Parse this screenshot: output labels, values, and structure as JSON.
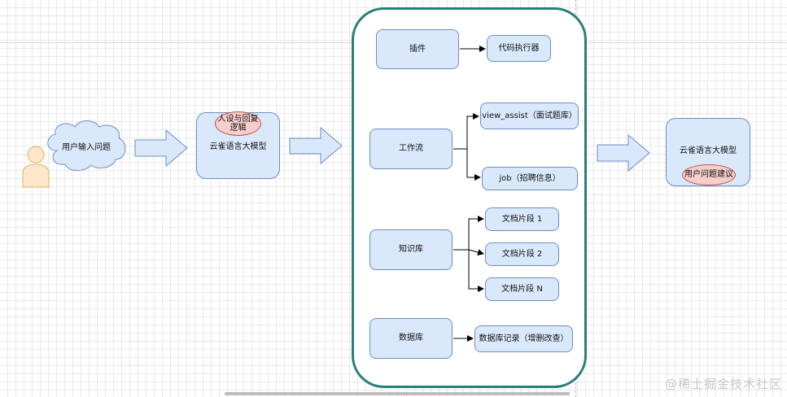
{
  "user_input": {
    "label": "用户输入问题"
  },
  "llm_left": {
    "label": "云雀语言大模型",
    "badge": "人设与回复逻辑"
  },
  "llm_right": {
    "label": "云雀语言大模型",
    "badge": "用户问题建议"
  },
  "container": {
    "plugin": {
      "label": "插件",
      "target": "代码执行器"
    },
    "workflow": {
      "label": "工作流",
      "targets": [
        "view_assist（面试题库）",
        "job（招聘信息）"
      ]
    },
    "knowledge": {
      "label": "知识库",
      "targets": [
        "文档片段 1",
        "文档片段 2",
        "文档片段 N"
      ]
    },
    "database": {
      "label": "数据库",
      "target": "数据库记录（增删改查）"
    }
  },
  "watermark": "@稀土掘金技术社区",
  "colors": {
    "node_fill": "#dae8fc",
    "node_border": "#6c8ebf",
    "ellipse_fill": "#f8cecc",
    "ellipse_border": "#b85450",
    "container_border": "#2a7e7a",
    "person_fill": "#ffe6cc",
    "person_border": "#d6b656"
  }
}
